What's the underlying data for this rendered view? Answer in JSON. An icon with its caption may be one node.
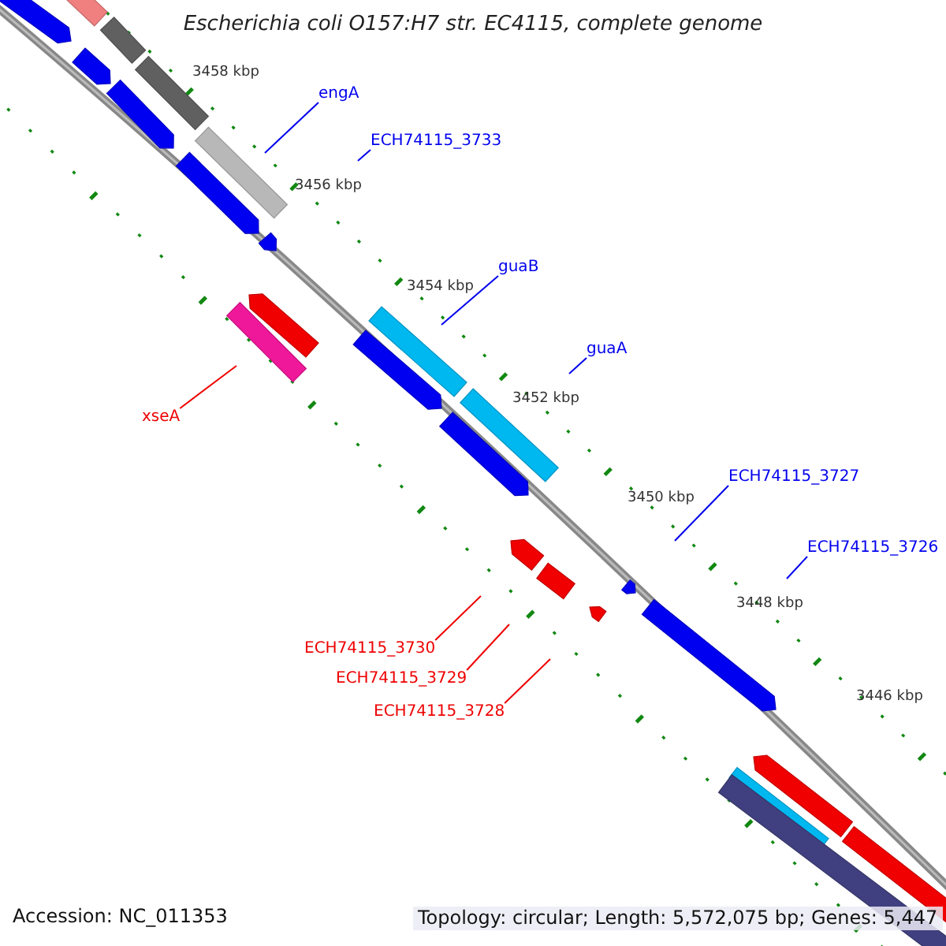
{
  "diagram": {
    "title": "Escherichia coli O157:H7 str. EC4115, complete genome",
    "nodes": [
      {
        "text": [
          "engA"
        ]
      },
      {
        "text": [
          "ECH74115_3733"
        ]
      },
      {
        "text": [
          "guaB"
        ]
      },
      {
        "text": [
          "guaA"
        ]
      },
      {
        "text": [
          "xseA"
        ]
      },
      {
        "text": [
          "ECH74115_3727"
        ]
      },
      {
        "text": [
          "ECH74115_3726"
        ]
      },
      {
        "text": [
          "ECH74115_3730"
        ]
      },
      {
        "text": [
          "ECH74115_3729"
        ]
      },
      {
        "text": [
          "ECH74115_3728"
        ]
      }
    ],
    "edges": [
      {
        "from": 0,
        "to": null,
        "arrow": "none"
      },
      {
        "from": 1,
        "to": null,
        "arrow": "none"
      },
      {
        "from": 2,
        "to": null,
        "arrow": "none"
      },
      {
        "from": 3,
        "to": null,
        "arrow": "none"
      },
      {
        "from": 4,
        "to": null,
        "arrow": "none",
        "color": "#ee0000"
      },
      {
        "from": 5,
        "to": null,
        "arrow": "none"
      },
      {
        "from": 6,
        "to": null,
        "arrow": "none"
      },
      {
        "from": 7,
        "to": null,
        "arrow": "none",
        "color": "#ee0000"
      },
      {
        "from": 8,
        "to": null,
        "arrow": "none",
        "color": "#ee0000"
      },
      {
        "from": 9,
        "to": null,
        "arrow": "none",
        "color": "#ee0000"
      }
    ],
    "labels": [
      "3458 kbp",
      "3456 kbp",
      "3454 kbp",
      "3452 kbp",
      "3450 kbp",
      "3448 kbp",
      "3446 kbp",
      "Accession: NC_011353",
      "Topology: circular; Length: 5,572,075 bp; Genes: 5,447"
    ]
  }
}
